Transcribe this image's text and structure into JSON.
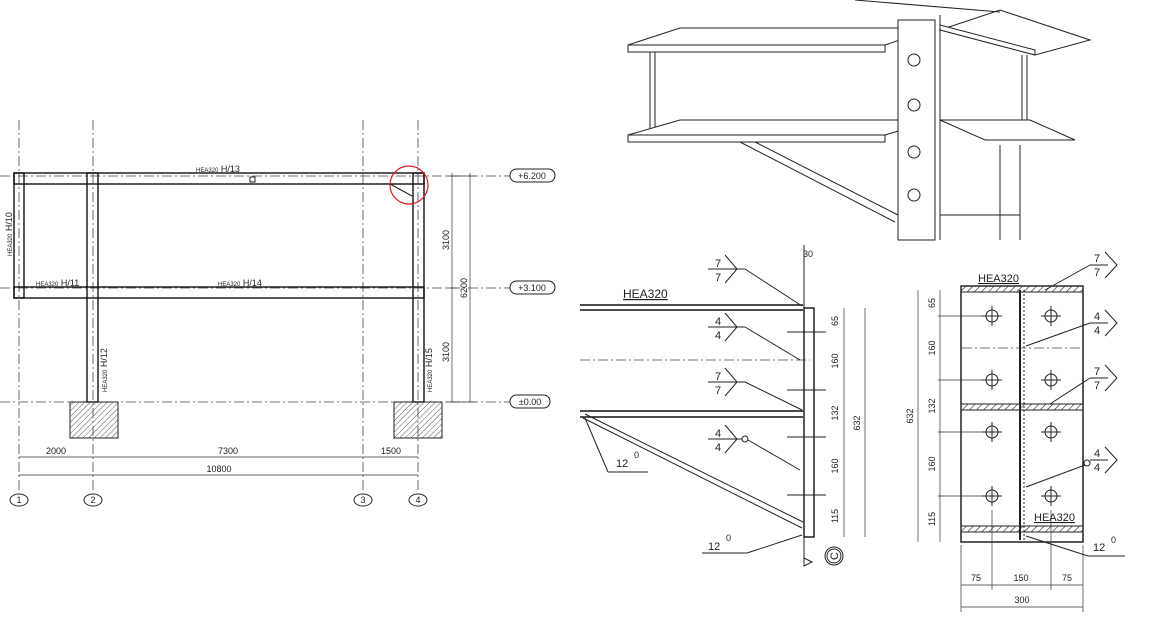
{
  "elevation": {
    "members": {
      "top_beam": {
        "profile": "HEA320",
        "mark": "H/13"
      },
      "left_column": {
        "profile": "HEA320",
        "mark": "H/10"
      },
      "mid_beam_left": {
        "profile": "HEA320",
        "mark": "H/11"
      },
      "mid_beam": {
        "profile": "HEA320",
        "mark": "H/14"
      },
      "column_2": {
        "profile": "HEA320",
        "mark": "H/12"
      },
      "column_4": {
        "profile": "HEA320",
        "mark": "H/15"
      }
    },
    "levels": [
      "+6.200",
      "+3.100",
      "±0.00"
    ],
    "grid_labels": [
      "1",
      "2",
      "3",
      "4"
    ],
    "horizontal_dims": [
      "2000",
      "7300",
      "1500"
    ],
    "overall_width": "10800",
    "vertical_dims": [
      "3100",
      "3100"
    ],
    "overall_height": "6200",
    "highlight_color": "#d32020"
  },
  "side_detail": {
    "beam_label": "HEA320",
    "plate_thickness": "30",
    "dims": [
      "65",
      "160",
      "132",
      "160",
      "115"
    ],
    "overall": "632",
    "welds": [
      {
        "top": "7",
        "bottom": "7"
      },
      {
        "top": "4",
        "bottom": "4"
      },
      {
        "top": "7",
        "bottom": "7"
      },
      {
        "top": "4",
        "bottom": "4"
      }
    ],
    "fillet_welds": [
      {
        "size": "12",
        "angle": "0"
      },
      {
        "size": "12",
        "angle": "0"
      }
    ],
    "section_mark": "C"
  },
  "front_detail": {
    "top_label": "HEA320",
    "bottom_label": "HEA320",
    "dims": [
      "65",
      "160",
      "132",
      "160",
      "115"
    ],
    "overall": "632",
    "width_dims": [
      "75",
      "150",
      "75"
    ],
    "overall_width": "300",
    "welds": [
      {
        "top": "7",
        "bottom": "7"
      },
      {
        "top": "4",
        "bottom": "4"
      },
      {
        "top": "7",
        "bottom": "7"
      },
      {
        "top": "4",
        "bottom": "4"
      }
    ],
    "fillet_weld": {
      "size": "12",
      "angle": "0"
    }
  }
}
